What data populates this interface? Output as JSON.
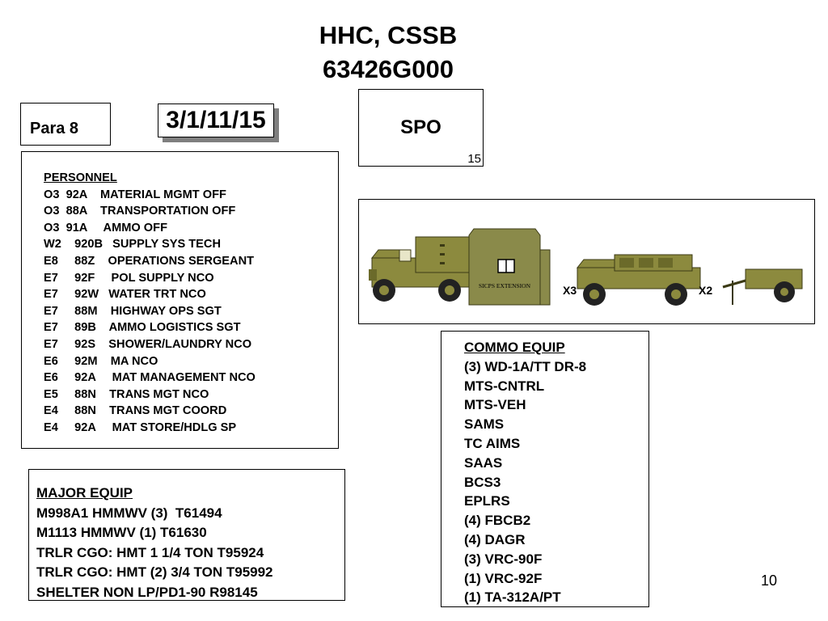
{
  "header": {
    "title_line1": "HHC, CSSB",
    "title_line2": "63426G000"
  },
  "para_label": "Para 8",
  "date": "3/1/11/15",
  "spo": {
    "label": "SPO",
    "number": "15"
  },
  "personnel": {
    "heading": "PERSONNEL",
    "rows": [
      "O3  92A    MATERIAL MGMT OFF",
      "O3  88A    TRANSPORTATION OFF",
      "O3  91A     AMMO OFF",
      "W2    920B   SUPPLY SYS TECH",
      "E8     88Z    OPERATIONS SERGEANT",
      "E7     92F     POL SUPPLY NCO",
      "E7     92W   WATER TRT NCO",
      "E7     88M    HIGHWAY OPS SGT",
      "E7     89B    AMMO LOGISTICS SGT",
      "E7     92S    SHOWER/LAUNDRY NCO",
      "E6     92M    MA NCO",
      "E6     92A     MAT MANAGEMENT NCO",
      "E5     88N    TRANS MGT NCO",
      "E4     88N    TRANS MGT COORD",
      "E4     92A     MAT STORE/HDLG SP"
    ]
  },
  "vehicles": {
    "shelter_label": "SICPS EXTENSION",
    "multiplier_hmmwv": "X3",
    "multiplier_trailer": "X2",
    "colors": {
      "olive": "#8c8a3e",
      "olive_dark": "#6b6a2a",
      "shelter": "#8a8a4a",
      "tire": "#222222"
    }
  },
  "commo": {
    "heading": "COMMO EQUIP",
    "items": [
      "(3) WD-1A/TT DR-8",
      "MTS-CNTRL",
      "MTS-VEH",
      "SAMS",
      "TC AIMS",
      "SAAS",
      "BCS3",
      "EPLRS",
      "(4) FBCB2",
      "(4) DAGR",
      "(3) VRC-90F",
      "(1) VRC-92F",
      "(1) TA-312A/PT"
    ]
  },
  "major": {
    "heading": "MAJOR EQUIP",
    "items": [
      "M998A1 HMMWV (3)  T61494",
      "M1113 HMMWV (1) T61630",
      "TRLR CGO: HMT 1 1/4 TON T95924",
      "TRLR CGO: HMT (2) 3/4 TON T95992",
      "SHELTER NON LP/PD1-90 R98145"
    ]
  },
  "page_number": "10"
}
